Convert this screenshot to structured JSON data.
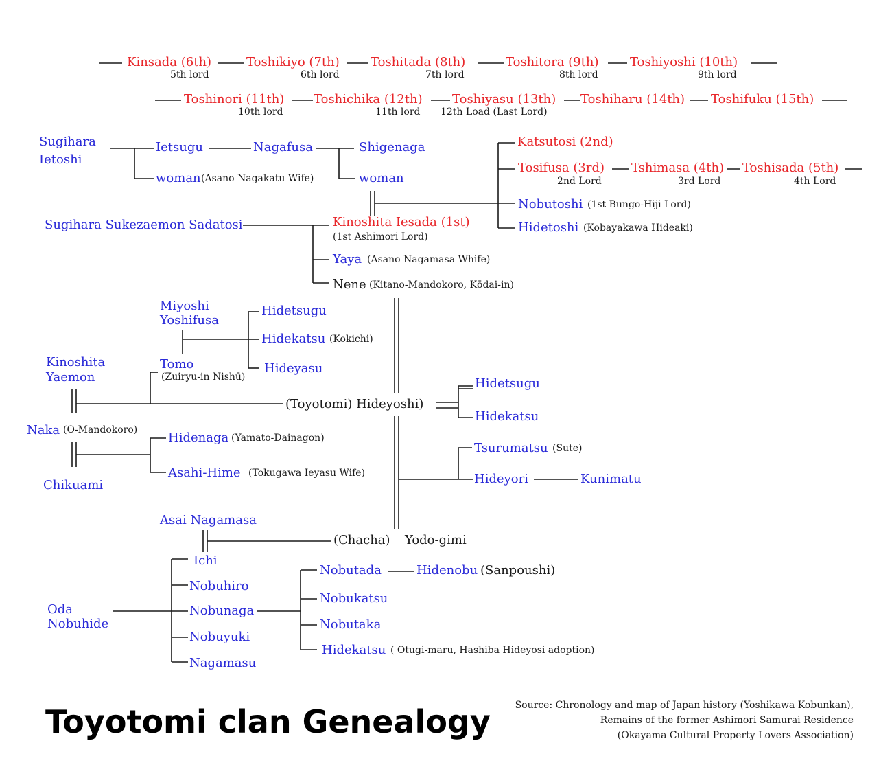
{
  "title": "Toyotomi clan Genealogy",
  "source": [
    "Source: Chronology and map of Japan history (Yoshikawa Kobunkan),",
    "Remains of the former Ashimori Samurai Residence",
    "(Okayama Cultural Property Lovers Association)"
  ],
  "colors": {
    "lord": "#e8262a",
    "family": "#2a2ad8",
    "text": "#1a1a1a"
  },
  "ashimori_lords_row1": [
    {
      "name": "Kinsada (6th)",
      "lord": "5th lord"
    },
    {
      "name": "Toshikiyo (7th)",
      "lord": "6th lord"
    },
    {
      "name": "Toshitada (8th)",
      "lord": "7th lord"
    },
    {
      "name": "Toshitora (9th)",
      "lord": "8th lord"
    },
    {
      "name": "Toshiyoshi (10th)",
      "lord": "9th lord"
    }
  ],
  "ashimori_lords_row2": [
    {
      "name": "Toshinori (11th)",
      "lord": "10th lord"
    },
    {
      "name": "Toshichika (12th)",
      "lord": "11th lord"
    },
    {
      "name": "Toshiyasu (13th)",
      "lord": "12th Load (Last Lord)"
    },
    {
      "name": "Toshiharu (14th)",
      "lord": ""
    },
    {
      "name": "Toshifuku (15th)",
      "lord": ""
    }
  ],
  "people": {
    "sugihara_ietoshi": "Sugihara\nIetoshi",
    "ietsugu": "Ietsugu",
    "nagafusa": "Nagafusa",
    "shigenaga": "Shigenaga",
    "woman1": "woman",
    "woman1_note": "(Asano Nagakatu Wife)",
    "woman2": "woman",
    "katsutosi": "Katsutosi (2nd)",
    "tosifusa": "Tosifusa (3rd)",
    "tosifusa_lord": "2nd Lord",
    "tshimasa": "Tshimasa (4th)",
    "tshimasa_lord": "3rd Lord",
    "toshisada": "Toshisada (5th)",
    "toshisada_lord": "4th Lord",
    "nobutoshi": "Nobutoshi",
    "nobutoshi_note": "(1st Bungo-Hiji Lord)",
    "hidetoshi": "Hidetoshi",
    "hidetoshi_note": "(Kobayakawa Hideaki)",
    "sukezaemon": "Sugihara Sukezaemon Sadatosi",
    "iesada": "Kinoshita Iesada (1st)",
    "iesada_note": "(1st Ashimori Lord)",
    "yaya": "Yaya",
    "yaya_note": "(Asano Nagamasa Whife)",
    "nene": "Nene",
    "nene_note": "(Kitano-Mandokoro, Kōdai-in)",
    "miyoshi": "Miyoshi\nYoshifusa",
    "hidetsugu_a": "Hidetsugu",
    "hidekatsu_a": "Hidekatsu",
    "hidekatsu_a_note": "(Kokichi)",
    "hideyasu": "Hideyasu",
    "tomo": "Tomo",
    "tomo_note": "(Zuiryu-in Nishū)",
    "yaemon": "Kinoshita\nYaemon",
    "hideyoshi": "(Toyotomi) Hideyoshi)",
    "hidetsugu_b": "Hidetsugu",
    "hidekatsu_b": "Hidekatsu",
    "naka": "Naka",
    "naka_note": "(Ō-Mandokoro)",
    "hidenaga": "Hidenaga",
    "hidenaga_note": "(Yamato-Dainagon)",
    "chikuami": "Chikuami",
    "asahi": "Asahi-Hime",
    "asahi_note": "(Tokugawa Ieyasu Wife)",
    "tsurumatsu": "Tsurumatsu",
    "tsurumatsu_note": "(Sute)",
    "hideyori": "Hideyori",
    "kunimatu": "Kunimatu",
    "asai": "Asai Nagamasa",
    "chacha": "(Chacha)",
    "yodogimi": "Yodo-gimi",
    "ichi": "Ichi",
    "nobuhiro": "Nobuhiro",
    "oda": "Oda\nNobuhide",
    "nobunaga": "Nobunaga",
    "nobuyuki": "Nobuyuki",
    "nagamasu": "Nagamasu",
    "nobutada": "Nobutada",
    "hidenobu": "Hidenobu",
    "hidenobu_note": "(Sanpoushi)",
    "nobukatsu": "Nobukatsu",
    "nobutaka": "Nobutaka",
    "hidekatsu_c": "Hidekatsu",
    "hidekatsu_c_note": "( Otugi-maru, Hashiba Hideyosi adoption)"
  }
}
